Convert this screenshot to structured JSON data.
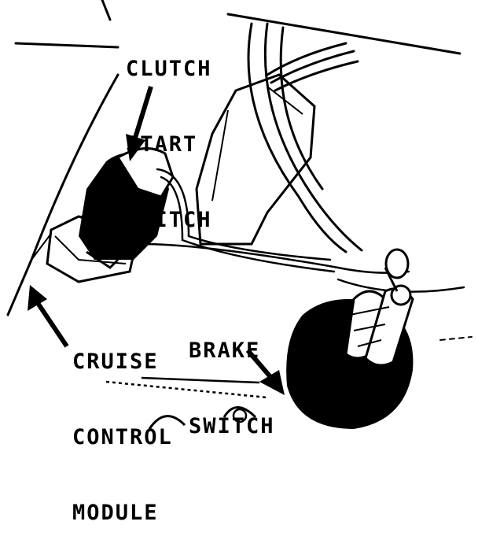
{
  "labels": {
    "clutch_start_switch": [
      "CLUTCH",
      "START",
      "SWITCH"
    ],
    "brake_switch": [
      "BRAKE",
      "SWITCH"
    ],
    "cruise_control_module": [
      "CRUISE",
      "CONTROL",
      "MODULE"
    ]
  },
  "colors": {
    "ink": "#000000",
    "paper": "#ffffff"
  }
}
